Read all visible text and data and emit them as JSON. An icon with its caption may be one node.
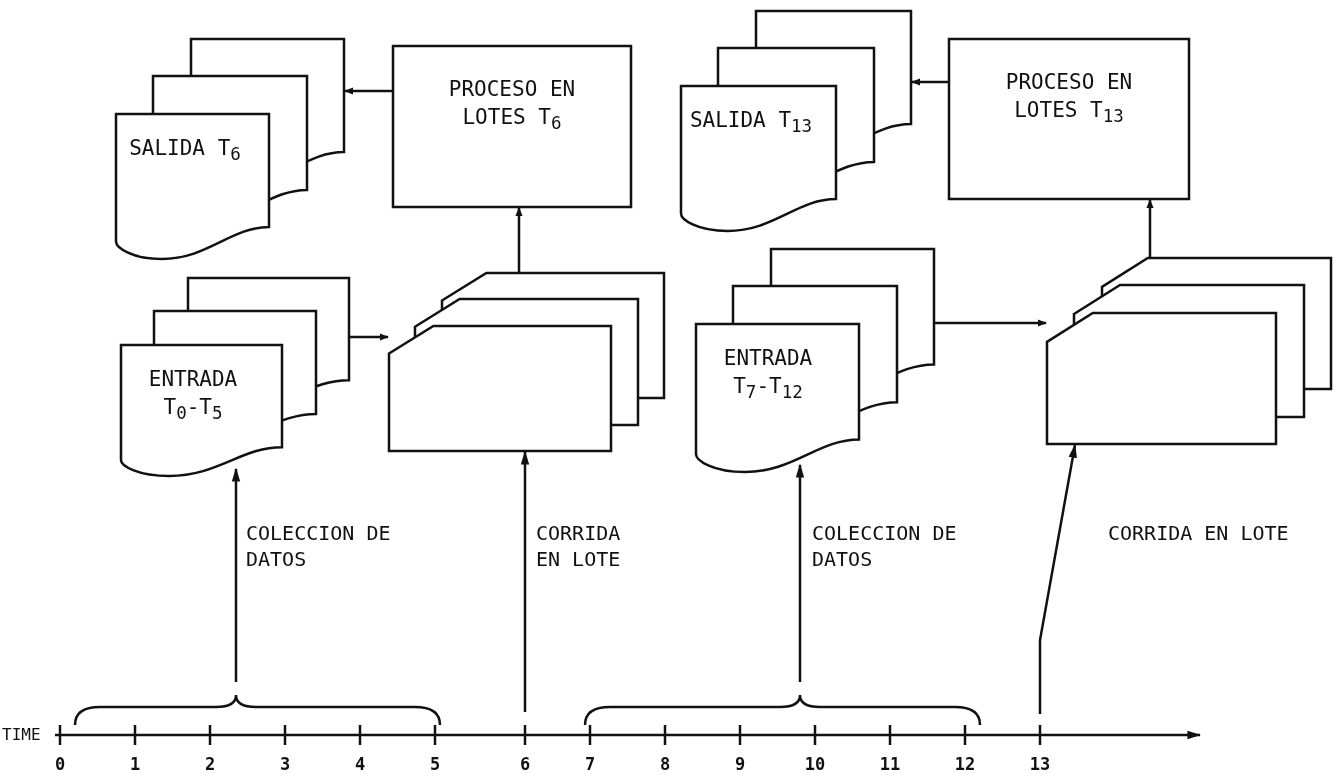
{
  "diagram": {
    "nodes": [
      {
        "text": [
          "SALIDA T$_{6}$"
        ]
      },
      {
        "text": [
          "PROCESO EN LOTES T$_{6}$"
        ]
      },
      {
        "text": [
          "ENTRADA T$_{0}$-T$_{5}$"
        ]
      },
      {
        "text": [],
        "shape": "card"
      },
      {
        "text": [
          "SALIDA T$_{13}$"
        ]
      },
      {
        "text": [
          "PROCESO EN LOTES T$_{13}$"
        ]
      },
      {
        "text": [
          "ENTRADA T$_{7}$-T$_{12}$"
        ]
      },
      {
        "text": [],
        "shape": "card"
      }
    ],
    "edges": [
      {
        "from": 1,
        "to": 0,
        "arrow": "to"
      },
      {
        "from": 3,
        "to": 1,
        "arrow": "to"
      },
      {
        "from": 2,
        "to": 3,
        "arrow": "to"
      },
      {
        "from": 5,
        "to": 4,
        "arrow": "to"
      },
      {
        "from": 7,
        "to": 5,
        "arrow": "to"
      },
      {
        "from": 6,
        "to": 7,
        "arrow": "to"
      },
      {
        "from": null,
        "to": 2,
        "arrow": "to",
        "label": "COLECCION DE DATOS"
      },
      {
        "from": null,
        "to": 3,
        "arrow": "to",
        "label": "CORRIDA EN LOTE"
      },
      {
        "from": null,
        "to": 6,
        "arrow": "to",
        "label": "COLECCION DE DATOS"
      },
      {
        "from": null,
        "to": 7,
        "arrow": "to",
        "label": "CORRIDA EN LOTE"
      }
    ],
    "labels": [
      "TIME",
      "0",
      "1",
      "2",
      "3",
      "4",
      "5",
      "6",
      "7",
      "8",
      "9",
      "10",
      "11",
      "12",
      "13"
    ]
  }
}
